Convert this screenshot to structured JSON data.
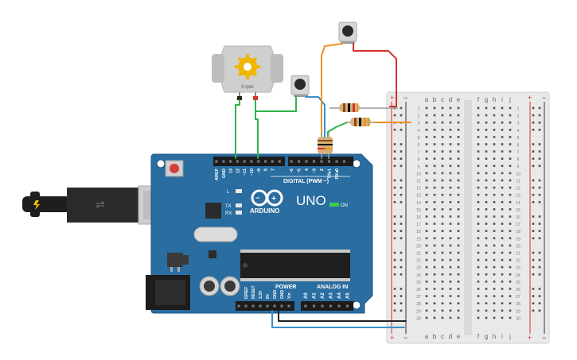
{
  "motor": {
    "speed_label": "0 rpm"
  },
  "arduino": {
    "brand": "ARDUINO",
    "model": "UNO",
    "on_label": "ON",
    "digital_label": "DIGITAL (PWM ~)",
    "power_label": "POWER",
    "analog_label": "ANALOG IN",
    "led_labels": [
      "L",
      "TX",
      "RX"
    ],
    "digital_pins": [
      "AREF",
      "GND",
      "13",
      "12",
      "~11",
      "~10",
      "~9",
      "8",
      "7",
      "~6",
      "~5",
      "4",
      "~3",
      "2",
      "TX▸1",
      "RX◂0"
    ],
    "power_pins": [
      "IOREF",
      "RESET",
      "3.3V",
      "5V",
      "GND",
      "GND",
      "Vin"
    ],
    "analog_pins": [
      "A0",
      "A1",
      "A2",
      "A3",
      "A4",
      "A5"
    ]
  },
  "breadboard": {
    "letters_left": [
      "a",
      "b",
      "c",
      "d",
      "e"
    ],
    "letters_right": [
      "f",
      "g",
      "h",
      "i",
      "j"
    ],
    "rail_plus": "+",
    "rail_minus": "−",
    "row_count": 30
  },
  "colors": {
    "board": "#2a6da0",
    "wire_green": "#2fb24a",
    "wire_red": "#d8302a",
    "wire_orange": "#f0921e",
    "wire_blue": "#3a90cc",
    "wire_black": "#222222"
  }
}
